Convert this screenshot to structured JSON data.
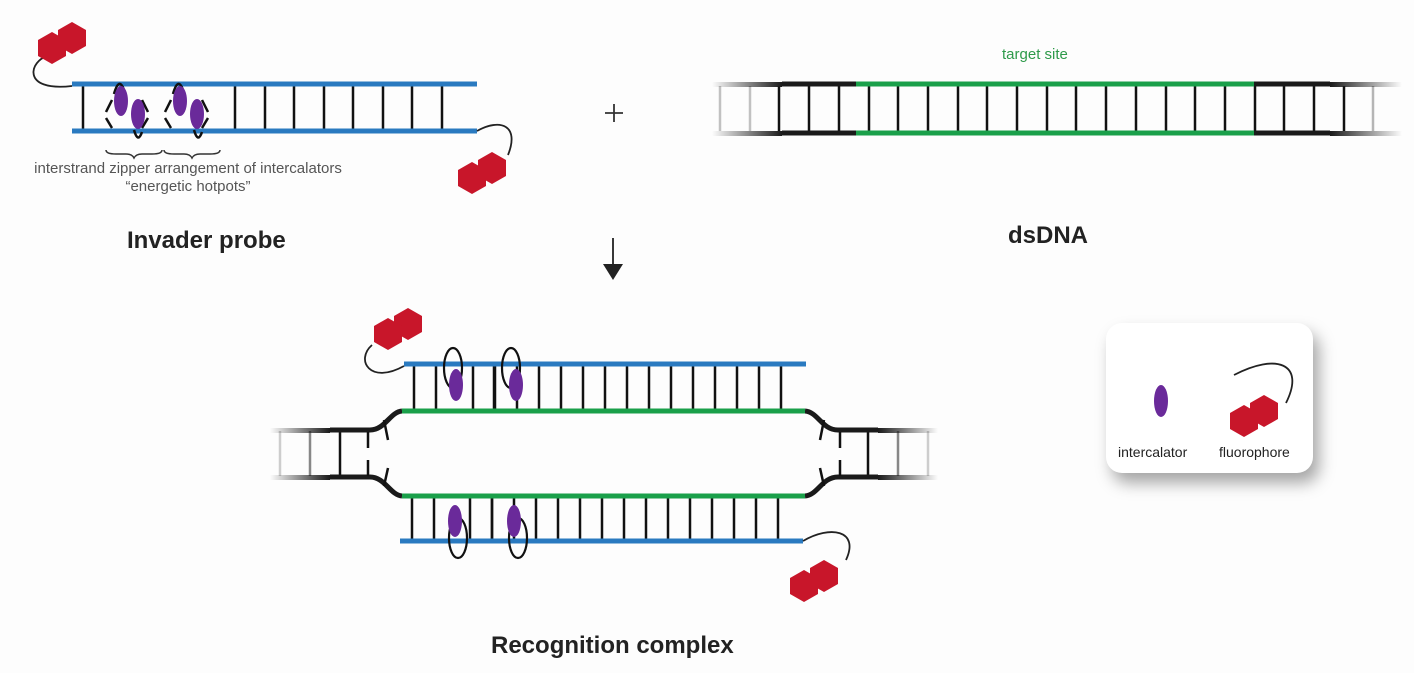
{
  "colors": {
    "probe_strand": "#2a7ac0",
    "target_strand": "#1aa04a",
    "dna_strand": "#1a1a1a",
    "intercalator": "#6a2a9a",
    "fluorophore": "#c8162a",
    "target_label": "#2e9a4a"
  },
  "invader_probe": {
    "title": "Invader probe",
    "annotation_line1": "interstrand zipper arrangement of intercalators",
    "annotation_line2": "“energetic hotpots”",
    "base_pairs": 13
  },
  "operator_plus": "+",
  "operator_arrow": "↓",
  "dsdna": {
    "title": "dsDNA",
    "target_label": "target site",
    "base_pairs": 20
  },
  "recognition_complex": {
    "title": "Recognition complex"
  },
  "legend": {
    "items": [
      {
        "icon": "intercalator-icon",
        "label": "intercalator"
      },
      {
        "icon": "fluorophore-icon",
        "label": "fluorophore"
      }
    ]
  }
}
